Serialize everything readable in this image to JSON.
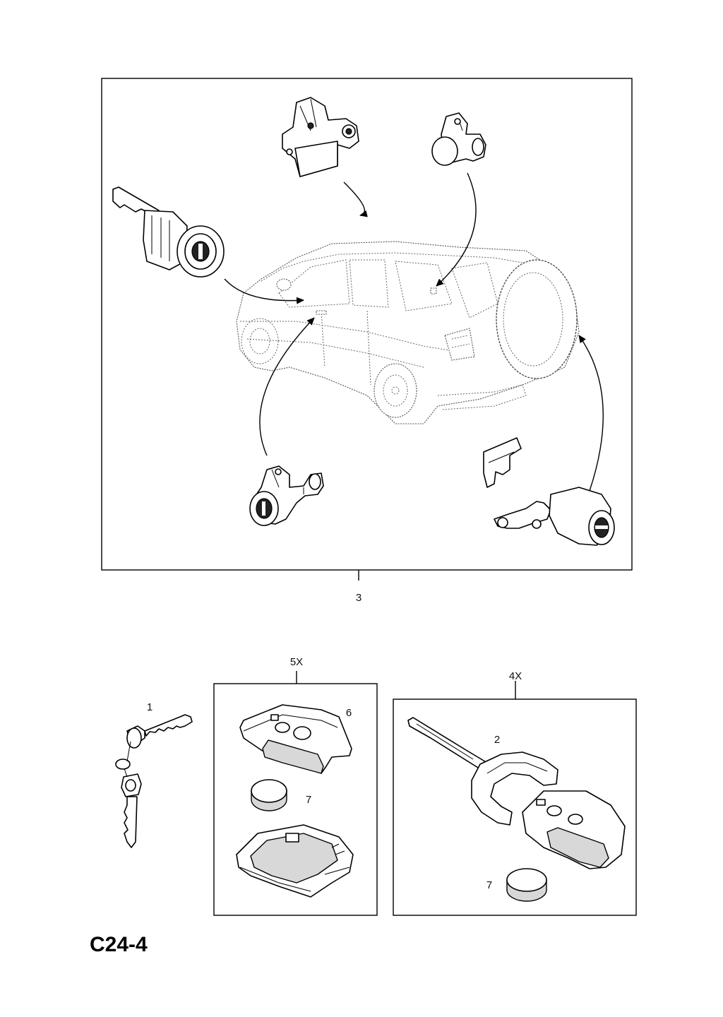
{
  "page_code": "C24-4",
  "callouts": {
    "lock_set": "3",
    "key_pair": "1",
    "key_blank": "2",
    "transmitter_case_set": "5X",
    "transmitter_case": "6",
    "battery_case": "7",
    "remote_key_set": "4X",
    "remote_key_label": "2",
    "battery_remote": "7"
  },
  "icons": {
    "ignition_lock": "ignition-lock-cylinder-icon",
    "tailgate_latch": "tailgate-latch-icon",
    "glass_hatch_lock": "glass-hatch-lock-icon",
    "door_lock": "door-lock-cylinder-icon",
    "spare_wheel_lock": "spare-wheel-lock-icon",
    "vehicle": "suv-vehicle-icon",
    "keys": "key-pair-icon",
    "transmitter_case": "transmitter-case-icon",
    "battery": "coin-battery-icon",
    "remote_key": "remote-key-icon"
  }
}
